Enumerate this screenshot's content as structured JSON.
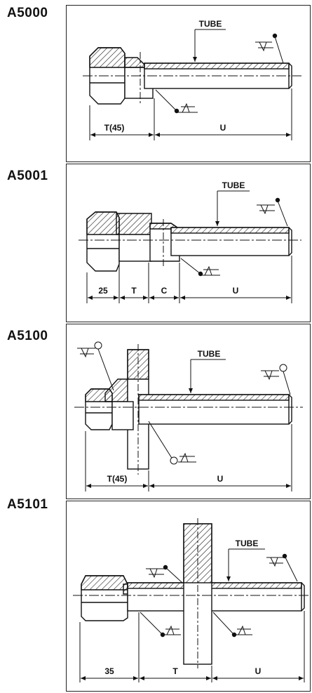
{
  "parts": [
    {
      "code": "A5000",
      "tube_label": "TUBE",
      "dims": [
        "T(45)",
        "U"
      ]
    },
    {
      "code": "A5001",
      "tube_label": "TUBE",
      "dims": [
        "25",
        "T",
        "C",
        "U"
      ]
    },
    {
      "code": "A5100",
      "tube_label": "TUBE",
      "dims": [
        "T(45)",
        "U"
      ]
    },
    {
      "code": "A5101",
      "tube_label": "TUBE",
      "dims": [
        "35",
        "T",
        "U"
      ]
    }
  ]
}
